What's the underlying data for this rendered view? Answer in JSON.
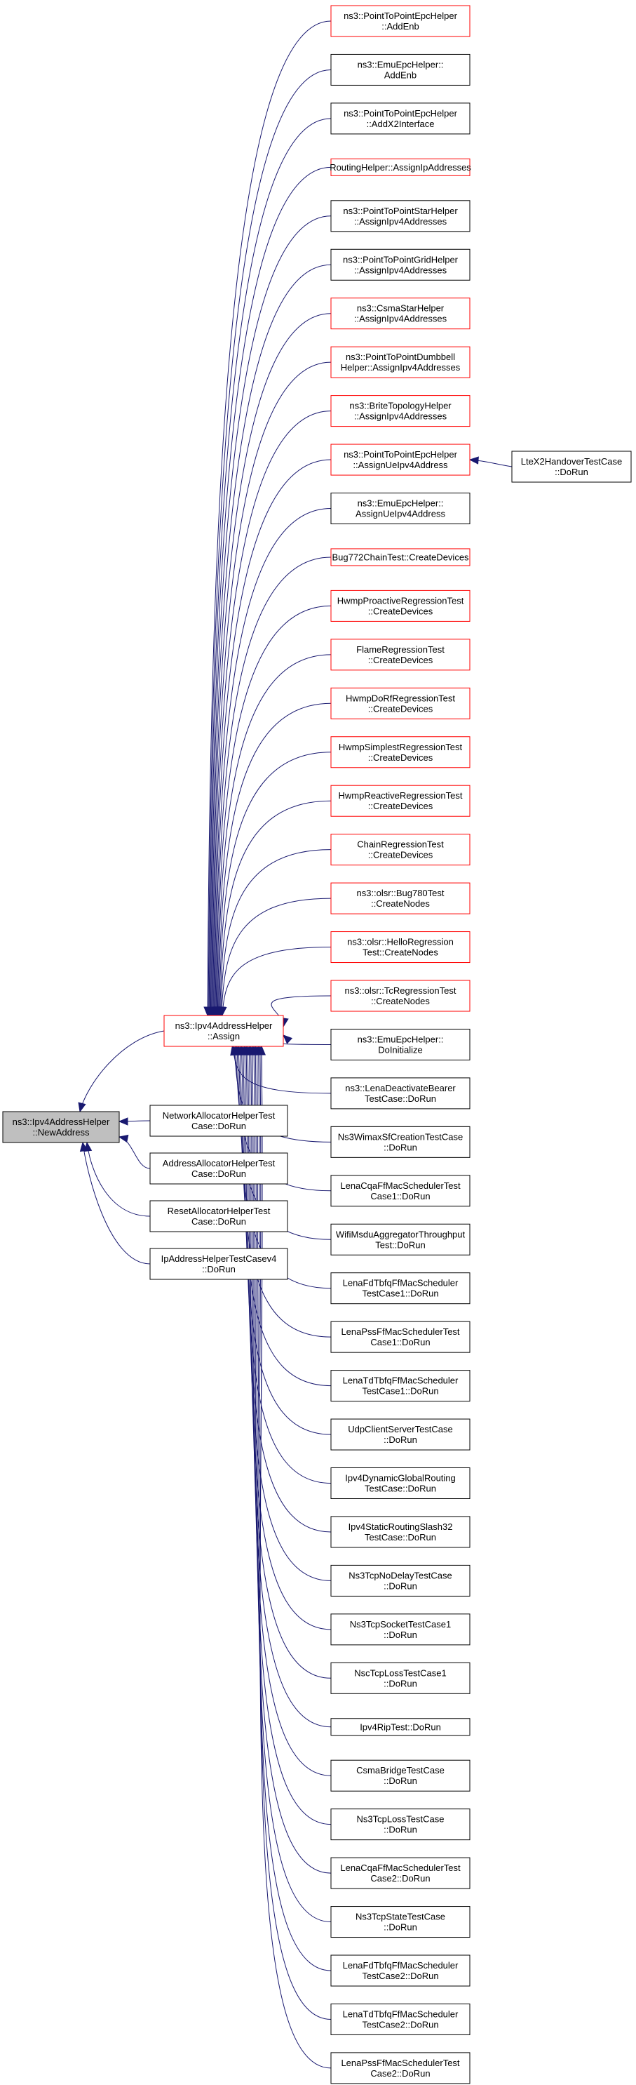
{
  "colors": {
    "edge": "#191970",
    "node_border_normal": "#000000",
    "node_border_red": "#ff0000",
    "root_fill": "#bfbfbf",
    "node_fill": "#ffffff"
  },
  "root": {
    "id": "root",
    "lines": [
      "ns3::Ipv4AddressHelper",
      "::NewAddress"
    ]
  },
  "assign": {
    "id": "assign",
    "lines": [
      "ns3::Ipv4AddressHelper",
      "::Assign"
    ],
    "border": "red"
  },
  "root_callers": [
    {
      "id": "r1",
      "lines": [
        "NetworkAllocatorHelperTest",
        "Case::DoRun"
      ],
      "border": "black"
    },
    {
      "id": "r2",
      "lines": [
        "AddressAllocatorHelperTest",
        "Case::DoRun"
      ],
      "border": "black"
    },
    {
      "id": "r3",
      "lines": [
        "ResetAllocatorHelperTest",
        "Case::DoRun"
      ],
      "border": "black"
    },
    {
      "id": "r4",
      "lines": [
        "IpAddressHelperTestCasev4",
        "::DoRun"
      ],
      "border": "black"
    }
  ],
  "assign_callers": [
    {
      "id": "a01",
      "lines": [
        "ns3::PointToPointEpcHelper",
        "::AddEnb"
      ],
      "border": "red"
    },
    {
      "id": "a02",
      "lines": [
        "ns3::EmuEpcHelper::",
        "AddEnb"
      ],
      "border": "black"
    },
    {
      "id": "a03",
      "lines": [
        "ns3::PointToPointEpcHelper",
        "::AddX2Interface"
      ],
      "border": "black"
    },
    {
      "id": "a04",
      "lines": [
        "RoutingHelper::AssignIpAddresses"
      ],
      "border": "red"
    },
    {
      "id": "a05",
      "lines": [
        "ns3::PointToPointStarHelper",
        "::AssignIpv4Addresses"
      ],
      "border": "black"
    },
    {
      "id": "a06",
      "lines": [
        "ns3::PointToPointGridHelper",
        "::AssignIpv4Addresses"
      ],
      "border": "black"
    },
    {
      "id": "a07",
      "lines": [
        "ns3::CsmaStarHelper",
        "::AssignIpv4Addresses"
      ],
      "border": "red"
    },
    {
      "id": "a08",
      "lines": [
        "ns3::PointToPointDumbbell",
        "Helper::AssignIpv4Addresses"
      ],
      "border": "red"
    },
    {
      "id": "a09",
      "lines": [
        "ns3::BriteTopologyHelper",
        "::AssignIpv4Addresses"
      ],
      "border": "red"
    },
    {
      "id": "a10",
      "lines": [
        "ns3::PointToPointEpcHelper",
        "::AssignUeIpv4Address"
      ],
      "border": "red"
    },
    {
      "id": "a11",
      "lines": [
        "ns3::EmuEpcHelper::",
        "AssignUeIpv4Address"
      ],
      "border": "black"
    },
    {
      "id": "a12",
      "lines": [
        "Bug772ChainTest::CreateDevices"
      ],
      "border": "red"
    },
    {
      "id": "a13",
      "lines": [
        "HwmpProactiveRegressionTest",
        "::CreateDevices"
      ],
      "border": "red"
    },
    {
      "id": "a14",
      "lines": [
        "FlameRegressionTest",
        "::CreateDevices"
      ],
      "border": "red"
    },
    {
      "id": "a15",
      "lines": [
        "HwmpDoRfRegressionTest",
        "::CreateDevices"
      ],
      "border": "red"
    },
    {
      "id": "a16",
      "lines": [
        "HwmpSimplestRegressionTest",
        "::CreateDevices"
      ],
      "border": "red"
    },
    {
      "id": "a17",
      "lines": [
        "HwmpReactiveRegressionTest",
        "::CreateDevices"
      ],
      "border": "red"
    },
    {
      "id": "a18",
      "lines": [
        "ChainRegressionTest",
        "::CreateDevices"
      ],
      "border": "red"
    },
    {
      "id": "a19",
      "lines": [
        "ns3::olsr::Bug780Test",
        "::CreateNodes"
      ],
      "border": "red"
    },
    {
      "id": "a20",
      "lines": [
        "ns3::olsr::HelloRegression",
        "Test::CreateNodes"
      ],
      "border": "red"
    },
    {
      "id": "a21",
      "lines": [
        "ns3::olsr::TcRegressionTest",
        "::CreateNodes"
      ],
      "border": "red"
    },
    {
      "id": "a22",
      "lines": [
        "ns3::EmuEpcHelper::",
        "DoInitialize"
      ],
      "border": "black"
    },
    {
      "id": "a23",
      "lines": [
        "ns3::LenaDeactivateBearer",
        "TestCase::DoRun"
      ],
      "border": "black"
    },
    {
      "id": "a24",
      "lines": [
        "Ns3WimaxSfCreationTestCase",
        "::DoRun"
      ],
      "border": "black"
    },
    {
      "id": "a25",
      "lines": [
        "LenaCqaFfMacSchedulerTest",
        "Case1::DoRun"
      ],
      "border": "black"
    },
    {
      "id": "a26",
      "lines": [
        "WifiMsduAggregatorThroughput",
        "Test::DoRun"
      ],
      "border": "black"
    },
    {
      "id": "a27",
      "lines": [
        "LenaFdTbfqFfMacScheduler",
        "TestCase1::DoRun"
      ],
      "border": "black"
    },
    {
      "id": "a28",
      "lines": [
        "LenaPssFfMacSchedulerTest",
        "Case1::DoRun"
      ],
      "border": "black"
    },
    {
      "id": "a29",
      "lines": [
        "LenaTdTbfqFfMacScheduler",
        "TestCase1::DoRun"
      ],
      "border": "black"
    },
    {
      "id": "a30",
      "lines": [
        "UdpClientServerTestCase",
        "::DoRun"
      ],
      "border": "black"
    },
    {
      "id": "a31",
      "lines": [
        "Ipv4DynamicGlobalRouting",
        "TestCase::DoRun"
      ],
      "border": "black"
    },
    {
      "id": "a32",
      "lines": [
        "Ipv4StaticRoutingSlash32",
        "TestCase::DoRun"
      ],
      "border": "black"
    },
    {
      "id": "a33",
      "lines": [
        "Ns3TcpNoDelayTestCase",
        "::DoRun"
      ],
      "border": "black"
    },
    {
      "id": "a34",
      "lines": [
        "Ns3TcpSocketTestCase1",
        "::DoRun"
      ],
      "border": "black"
    },
    {
      "id": "a35",
      "lines": [
        "NscTcpLossTestCase1",
        "::DoRun"
      ],
      "border": "black"
    },
    {
      "id": "a36",
      "lines": [
        "Ipv4RipTest::DoRun"
      ],
      "border": "black"
    },
    {
      "id": "a37",
      "lines": [
        "CsmaBridgeTestCase",
        "::DoRun"
      ],
      "border": "black"
    },
    {
      "id": "a38",
      "lines": [
        "Ns3TcpLossTestCase",
        "::DoRun"
      ],
      "border": "black"
    },
    {
      "id": "a39",
      "lines": [
        "LenaCqaFfMacSchedulerTest",
        "Case2::DoRun"
      ],
      "border": "black"
    },
    {
      "id": "a40",
      "lines": [
        "Ns3TcpStateTestCase",
        "::DoRun"
      ],
      "border": "black"
    },
    {
      "id": "a41",
      "lines": [
        "LenaFdTbfqFfMacScheduler",
        "TestCase2::DoRun"
      ],
      "border": "black"
    },
    {
      "id": "a42",
      "lines": [
        "LenaTdTbfqFfMacScheduler",
        "TestCase2::DoRun"
      ],
      "border": "black"
    },
    {
      "id": "a43",
      "lines": [
        "LenaPssFfMacSchedulerTest",
        "Case2::DoRun"
      ],
      "border": "black"
    }
  ],
  "handover": {
    "id": "lte",
    "lines": [
      "LteX2HandoverTestCase",
      "::DoRun"
    ],
    "border": "black",
    "calls": "a10"
  }
}
